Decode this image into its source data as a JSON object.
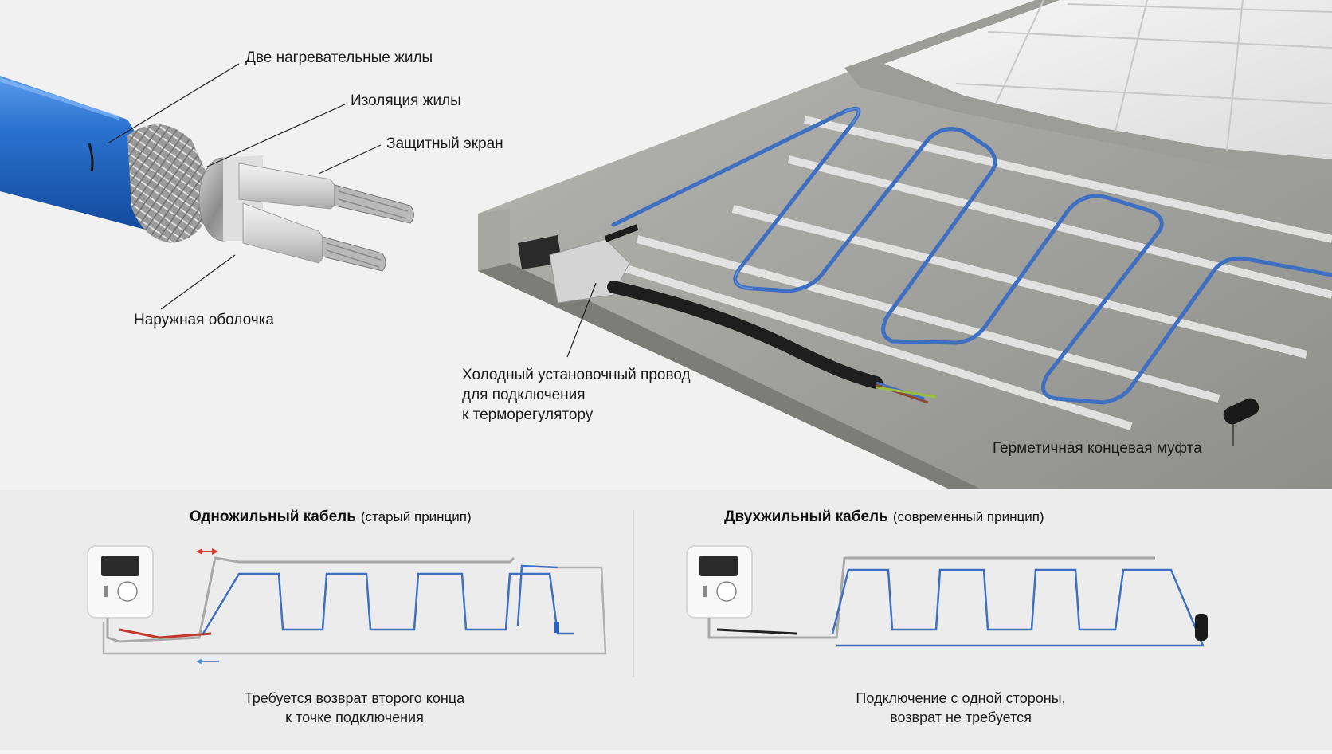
{
  "cable_labels": {
    "two_cores": "Две нагревательные жилы",
    "core_insulation": "Изоляция жилы",
    "shield": "Защитный экран",
    "outer_sheath": "Наружная оболочка"
  },
  "floor_labels": {
    "cold_lead_line1": "Холодный установочный провод",
    "cold_lead_line2": "для подключения",
    "cold_lead_line3": "к терморегулятору",
    "end_cap": "Герметичная концевая муфта"
  },
  "single_core": {
    "title_bold": "Одножильный кабель",
    "title_note": "(старый принцип)",
    "caption_line1": "Требуется возврат второго конца",
    "caption_line2": "к точке подключения"
  },
  "twin_core": {
    "title_bold": "Двухжильный кабель",
    "title_note": "(современный принцип)",
    "caption_line1": "Подключение с одной стороны,",
    "caption_line2": "возврат не требуется"
  },
  "colors": {
    "cable_blue": "#3f6fc0",
    "sheath_blue": "#1f64c4",
    "arrow_red": "#d83a2e",
    "arrow_blue": "#5b8fd6",
    "concrete": "#9a9a98"
  }
}
